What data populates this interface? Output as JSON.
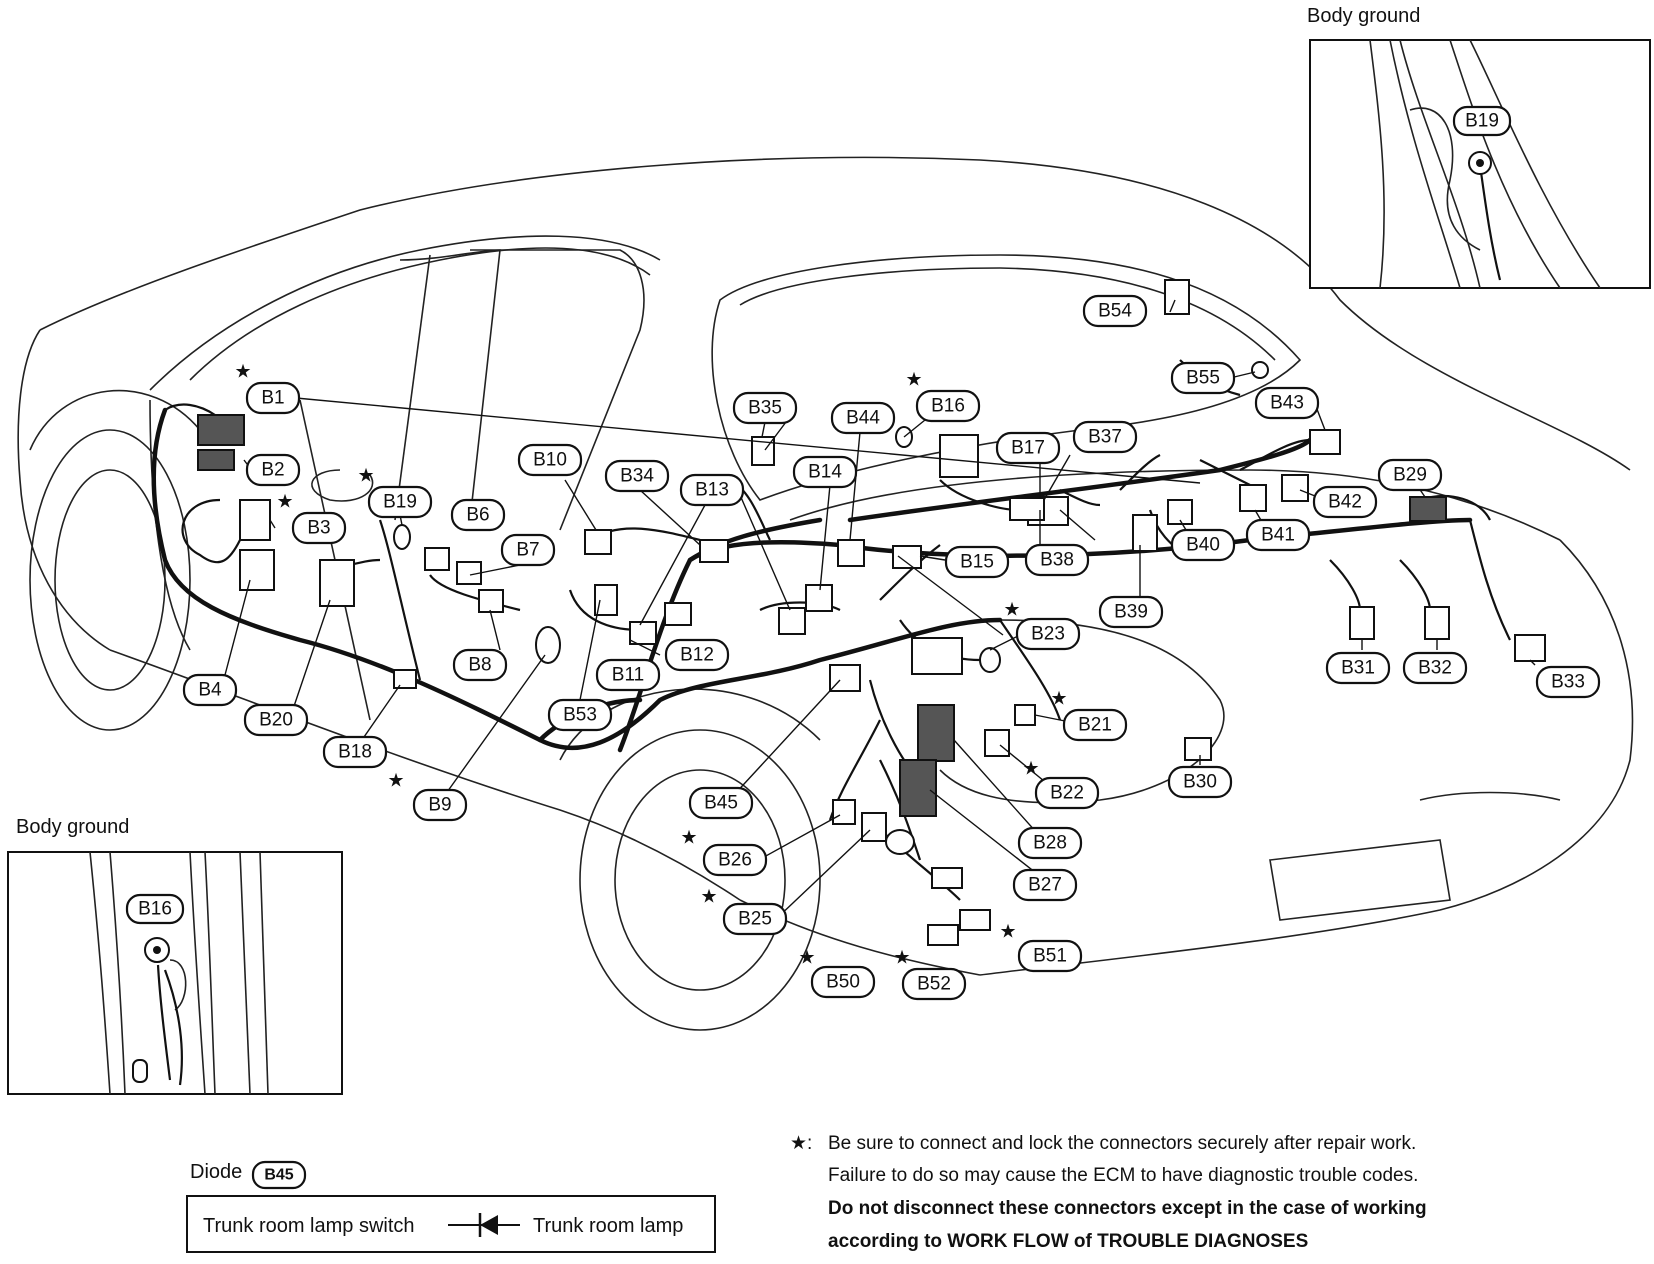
{
  "insets": {
    "top_right": {
      "title": "Body ground",
      "connector": "B19"
    },
    "bottom_left": {
      "title": "Body ground",
      "connector": "B16"
    }
  },
  "connectors": [
    {
      "id": "B1",
      "label": "B1",
      "star": true
    },
    {
      "id": "B2",
      "label": "B2",
      "star": false
    },
    {
      "id": "B3",
      "label": "B3",
      "star": true
    },
    {
      "id": "B4",
      "label": "B4",
      "star": false
    },
    {
      "id": "B6",
      "label": "B6",
      "star": false
    },
    {
      "id": "B7",
      "label": "B7",
      "star": false
    },
    {
      "id": "B8",
      "label": "B8",
      "star": false
    },
    {
      "id": "B9",
      "label": "B9",
      "star": true
    },
    {
      "id": "B10",
      "label": "B10",
      "star": false
    },
    {
      "id": "B11",
      "label": "B11",
      "star": false
    },
    {
      "id": "B12",
      "label": "B12",
      "star": false
    },
    {
      "id": "B13",
      "label": "B13",
      "star": false
    },
    {
      "id": "B14",
      "label": "B14",
      "star": false
    },
    {
      "id": "B15",
      "label": "B15",
      "star": false
    },
    {
      "id": "B16",
      "label": "B16",
      "star": true
    },
    {
      "id": "B17",
      "label": "B17",
      "star": false
    },
    {
      "id": "B18",
      "label": "B18",
      "star": false
    },
    {
      "id": "B19",
      "label": "B19",
      "star": true
    },
    {
      "id": "B20",
      "label": "B20",
      "star": false
    },
    {
      "id": "B21",
      "label": "B21",
      "star": true
    },
    {
      "id": "B22",
      "label": "B22",
      "star": true
    },
    {
      "id": "B23",
      "label": "B23",
      "star": true
    },
    {
      "id": "B25",
      "label": "B25",
      "star": true
    },
    {
      "id": "B26",
      "label": "B26",
      "star": true
    },
    {
      "id": "B27",
      "label": "B27",
      "star": false
    },
    {
      "id": "B28",
      "label": "B28",
      "star": false
    },
    {
      "id": "B29",
      "label": "B29",
      "star": false
    },
    {
      "id": "B30",
      "label": "B30",
      "star": false
    },
    {
      "id": "B31",
      "label": "B31",
      "star": false
    },
    {
      "id": "B32",
      "label": "B32",
      "star": false
    },
    {
      "id": "B33",
      "label": "B33",
      "star": false
    },
    {
      "id": "B34",
      "label": "B34",
      "star": false
    },
    {
      "id": "B35",
      "label": "B35",
      "star": false
    },
    {
      "id": "B37",
      "label": "B37",
      "star": false
    },
    {
      "id": "B38",
      "label": "B38",
      "star": false
    },
    {
      "id": "B39",
      "label": "B39",
      "star": false
    },
    {
      "id": "B40",
      "label": "B40",
      "star": false
    },
    {
      "id": "B41",
      "label": "B41",
      "star": false
    },
    {
      "id": "B42",
      "label": "B42",
      "star": false
    },
    {
      "id": "B43",
      "label": "B43",
      "star": false
    },
    {
      "id": "B44",
      "label": "B44",
      "star": false
    },
    {
      "id": "B45",
      "label": "B45",
      "star": false
    },
    {
      "id": "B50",
      "label": "B50",
      "star": true
    },
    {
      "id": "B51",
      "label": "B51",
      "star": true
    },
    {
      "id": "B52",
      "label": "B52",
      "star": true
    },
    {
      "id": "B53",
      "label": "B53",
      "star": false
    },
    {
      "id": "B54",
      "label": "B54",
      "star": false
    },
    {
      "id": "B55",
      "label": "B55",
      "star": false
    }
  ],
  "diode_box": {
    "title": "Diode",
    "badge": "B45",
    "left_label": "Trunk room lamp switch",
    "right_label": "Trunk room lamp"
  },
  "note": {
    "star_symbol": "★:",
    "line1": "Be sure to connect and lock the connectors securely after repair work.",
    "line2": "Failure to do so may cause the ECM to have diagnostic trouble codes.",
    "line3": "Do not disconnect these connectors except in the case of working",
    "line4": "according to WORK FLOW of TROUBLE DIAGNOSES"
  }
}
